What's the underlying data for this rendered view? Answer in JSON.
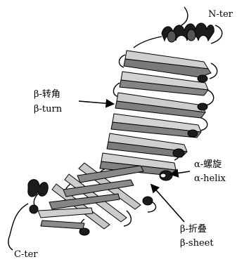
{
  "labels": {
    "n_ter": "N-ter",
    "c_ter": "C-ter",
    "turn_cn": "β-转角",
    "turn_en": "β-turn",
    "helix_cn": "α-螺旋",
    "helix_en": "α-helix",
    "sheet_cn": "β-折叠",
    "sheet_en": "β-sheet"
  },
  "colors": {
    "strand": "#c9c9c9",
    "strand_dark": "#6b6b6b",
    "helix": "#1a1a1a",
    "outline": "#000000"
  }
}
